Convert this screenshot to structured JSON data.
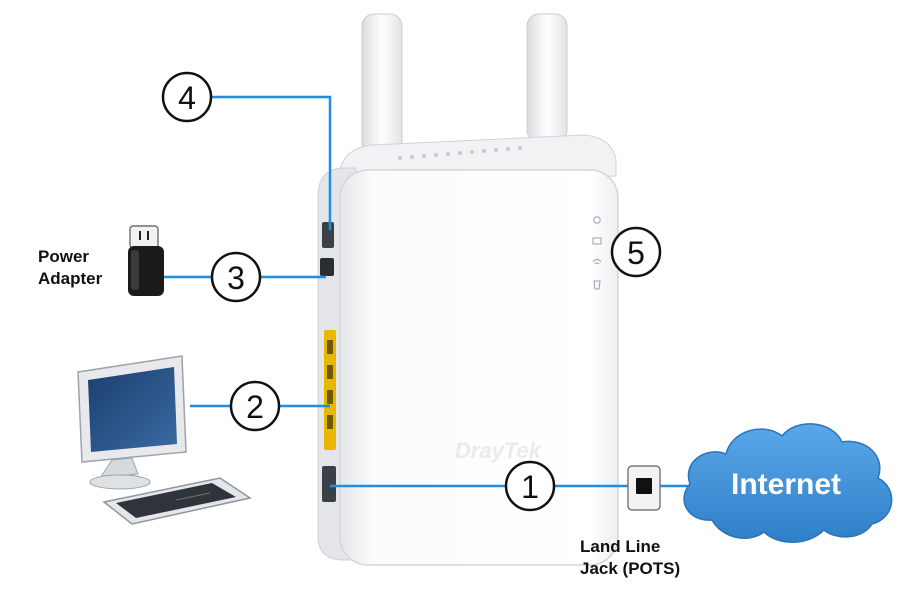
{
  "colors": {
    "connector_line": "#1f8ee0",
    "callout_stroke": "#111111",
    "router_body": "#ffffff",
    "router_port_amber": "#e8b800",
    "cloud_fill": "#3a8fd6",
    "cloud_text": "#ffffff"
  },
  "callouts": {
    "wan_number": "1",
    "lan_number": "2",
    "power_number": "3",
    "top_port_number": "4",
    "leds_number": "5"
  },
  "labels": {
    "power_adapter_line1": "Power",
    "power_adapter_line2": "Adapter",
    "land_line_line1": "Land Line",
    "land_line_line2": "Jack (POTS)",
    "internet": "Internet",
    "router_logo": "DrayTek"
  },
  "icons": {
    "router": "router-device-icon",
    "computer": "desktop-computer-icon",
    "power_adapter": "power-adapter-icon",
    "wall_jack": "phone-wall-jack-icon",
    "cloud": "internet-cloud-icon"
  }
}
